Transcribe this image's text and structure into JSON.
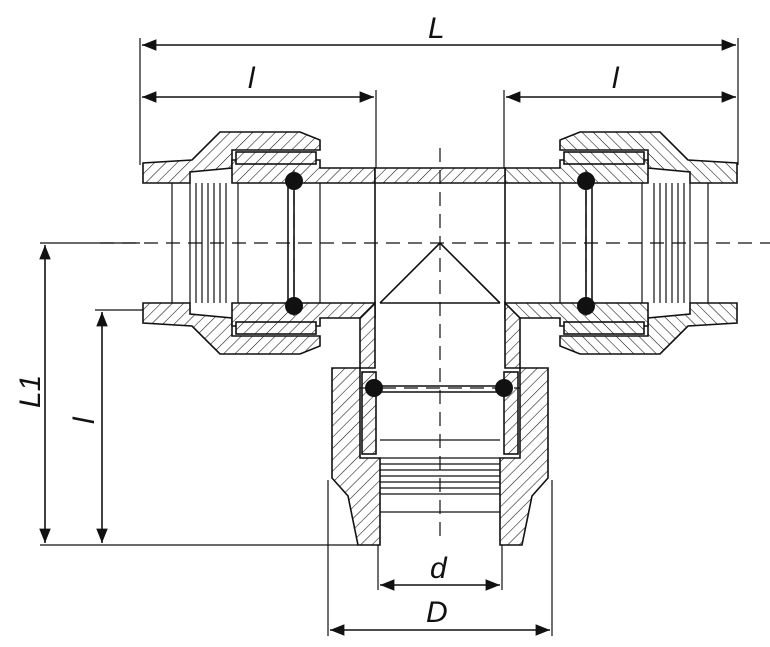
{
  "labels": {
    "overall_length": "L",
    "left_length": "l",
    "right_length": "l",
    "branch_height": "L1",
    "branch_length": "l",
    "inner_diameter": "d",
    "outer_diameter": "D"
  },
  "colors": {
    "ink": "#111111",
    "background": "#ffffff"
  }
}
